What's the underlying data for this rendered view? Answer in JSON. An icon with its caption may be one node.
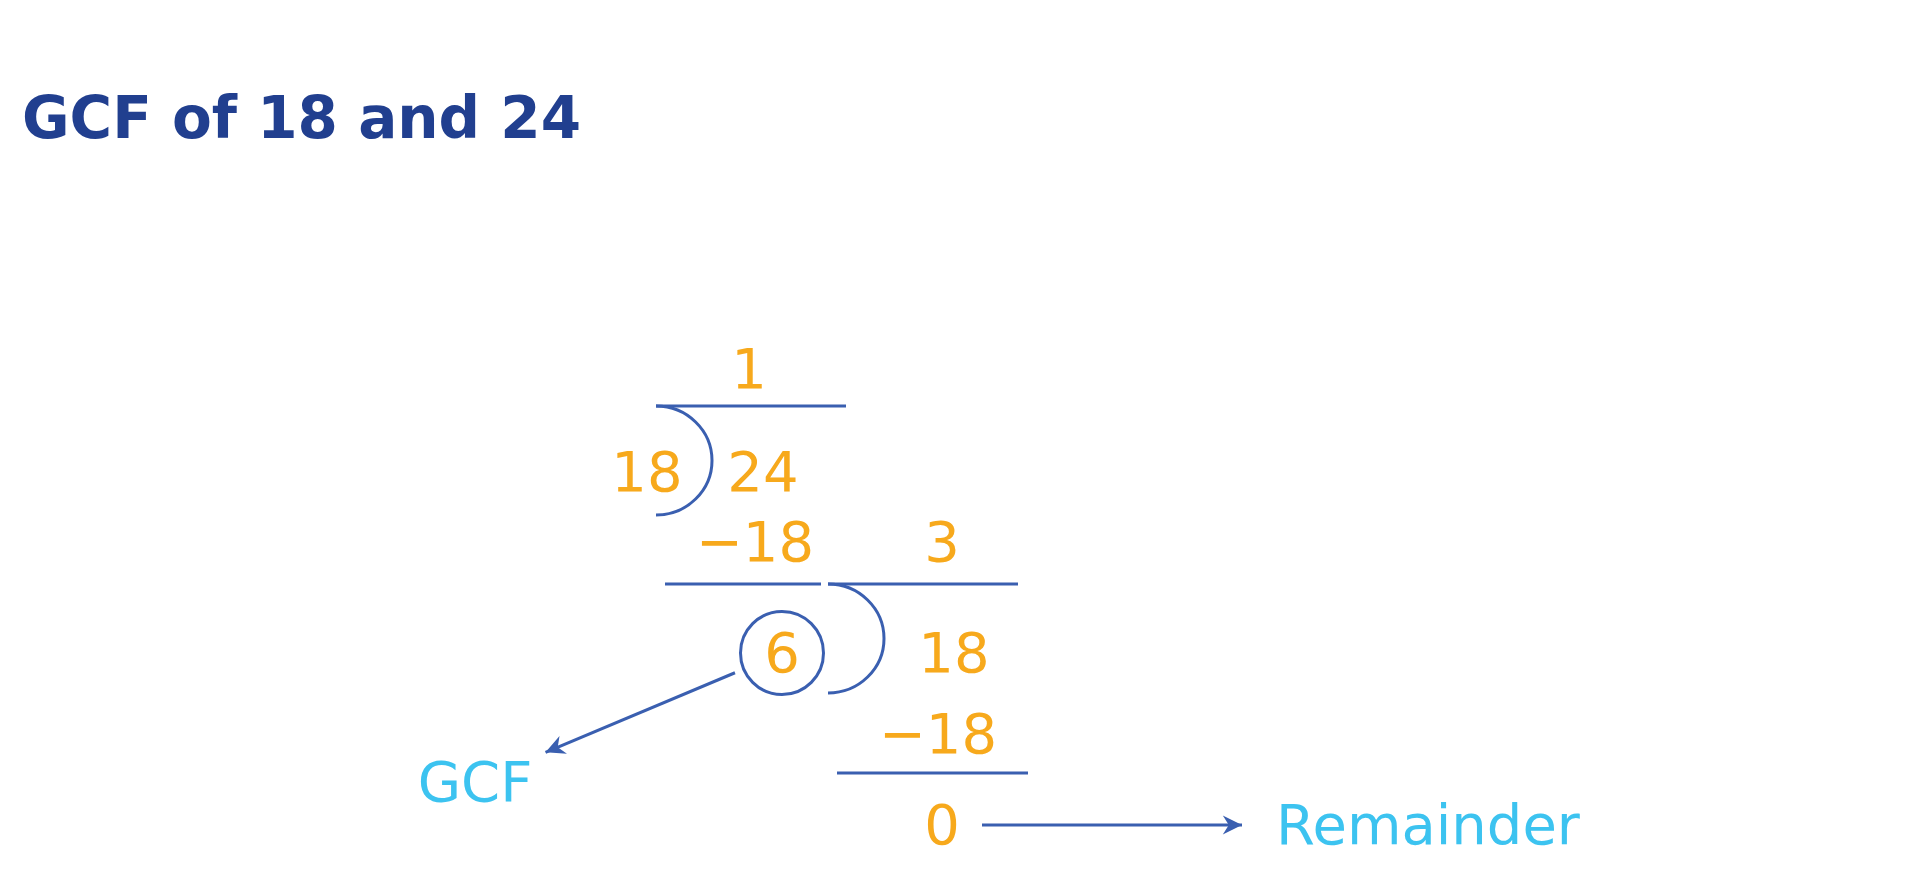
{
  "diagram": {
    "title": "GCF of 18 and 24",
    "nodes": [
      {
        "text": [
          "6"
        ]
      },
      {
        "text": [
          "GCF"
        ]
      },
      {
        "text": [
          "0"
        ]
      },
      {
        "text": [
          "Remainder"
        ]
      }
    ],
    "edges": [
      {
        "from": 0,
        "to": 1,
        "arrow": "to"
      },
      {
        "from": 2,
        "to": 3,
        "arrow": "to"
      }
    ],
    "labels": [
      "1",
      "18",
      "24",
      "−18",
      "3",
      "18",
      "−18"
    ]
  }
}
